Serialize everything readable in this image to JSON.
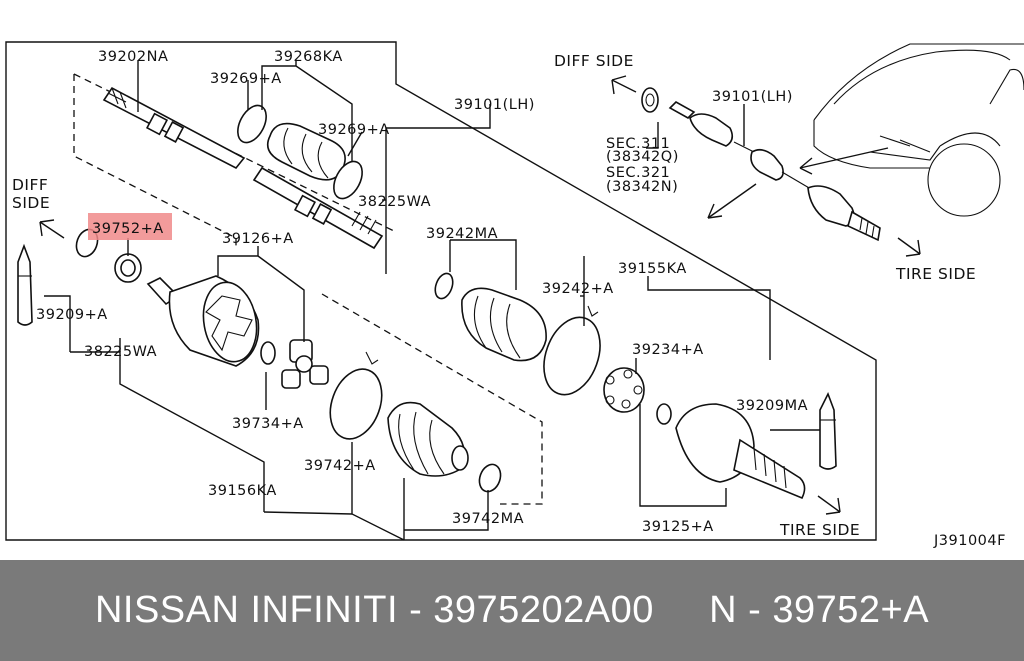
{
  "diagram": {
    "labels": {
      "p39202NA": "39202NA",
      "p39268KA": "39268KA",
      "p39269A_top": "39269+A",
      "p39269A_right": "39269+A",
      "p38225WA_right": "38225WA",
      "p39101LH_center": "39101(LH)",
      "diff_side_left": "DIFF\nSIDE",
      "p39752A": "39752+A",
      "p39126A": "39126+A",
      "p39242MA": "39242MA",
      "p39242A": "39242+A",
      "p39155KA": "39155KA",
      "p39209A": "39209+A",
      "p38225WA_left": "38225WA",
      "p39234A": "39234+A",
      "p39734A": "39734+A",
      "p39209MA": "39209MA",
      "p39742A": "39742+A",
      "p39156KA": "39156KA",
      "p39742MA": "39742MA",
      "p39125A": "39125+A",
      "tire_side_bottom": "TIRE SIDE",
      "diff_side_top": "DIFF SIDE",
      "p39101LH_top": "39101(LH)",
      "sec311": "SEC.311",
      "p38342Q": "(38342Q)",
      "sec321": "SEC.321",
      "p38342N": "(38342N)",
      "tire_side_right": "TIRE SIDE",
      "diagram_code": "J391004F"
    },
    "highlight_color": "#f08a8a"
  },
  "footer": {
    "text": "NISSAN INFINITI - 3975202A00     N - 39752+A",
    "background": "#7a7a7a",
    "color": "#ffffff"
  }
}
